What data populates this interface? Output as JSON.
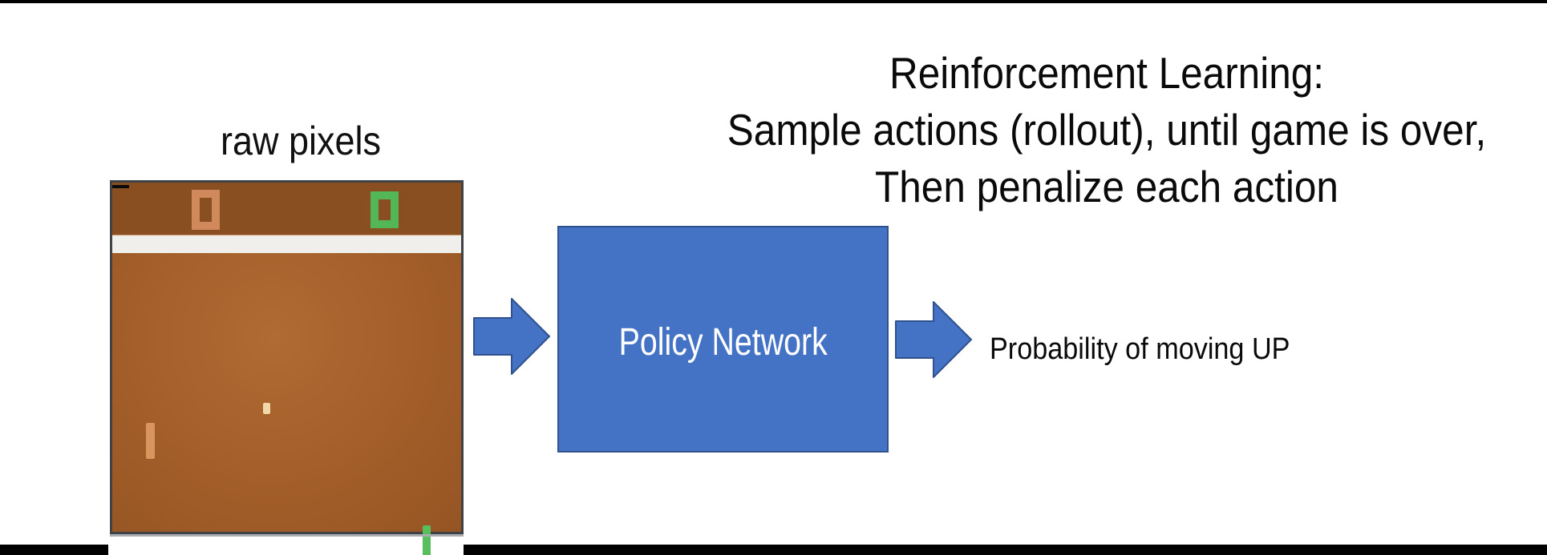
{
  "slide": {
    "title_lines": [
      "Reinforcement Learning:",
      "Sample actions (rollout), until game is over,",
      "Then penalize each action"
    ]
  },
  "pong": {
    "label": "raw pixels",
    "left_score": "0",
    "right_score": "0"
  },
  "network": {
    "box_label": "Policy Network",
    "output_label": "Probability of moving UP"
  },
  "colors": {
    "shape_blue": "#4472c4",
    "shape_blue_outline": "#2f528f",
    "field_brown": "#9f5a26",
    "header_brown": "#8a4f20",
    "divider_white": "#f0efeb",
    "score_orange": "#d0895b",
    "score_green": "#53b657",
    "paddle_orange": "#d8955e",
    "paddle_green": "#57bf5d",
    "ball_cream": "#f0d8a8",
    "frame_gray": "#3f4347",
    "edge_bar_black": "#000000"
  }
}
